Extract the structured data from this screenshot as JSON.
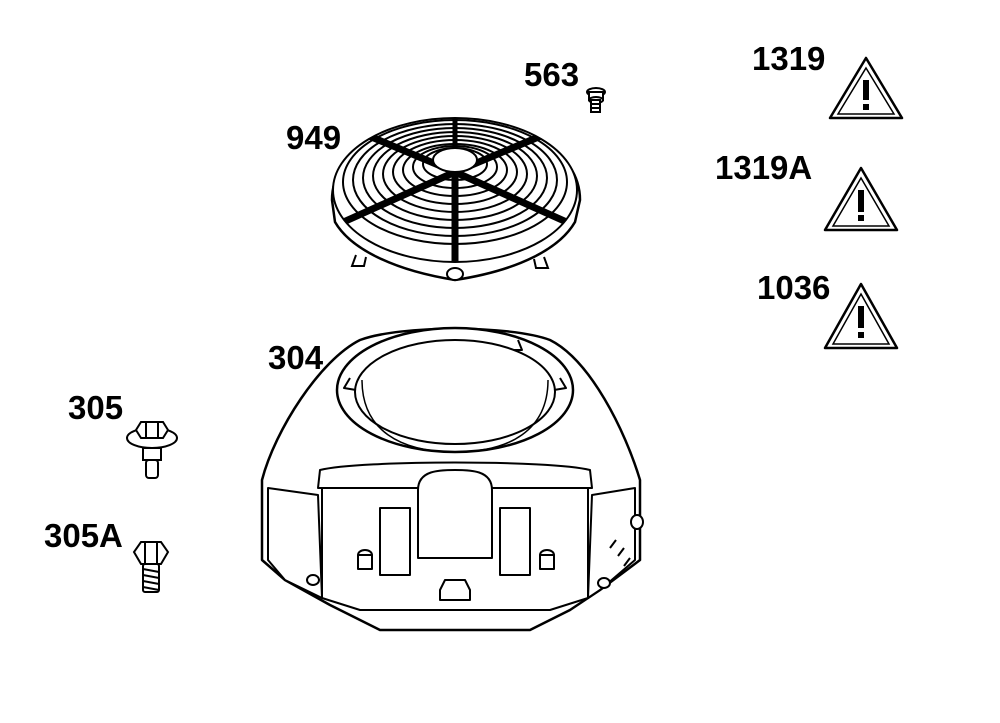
{
  "parts": [
    {
      "id": "fan_guard",
      "number": "949",
      "icon": "fan-guard-icon"
    },
    {
      "id": "screw_small",
      "number": "563",
      "icon": "screw-icon"
    },
    {
      "id": "blower_housing",
      "number": "304",
      "icon": "blower-housing-icon"
    },
    {
      "id": "bolt_flange",
      "number": "305",
      "icon": "flange-bolt-icon"
    },
    {
      "id": "bolt_hex",
      "number": "305A",
      "icon": "hex-bolt-icon"
    },
    {
      "id": "warning_label_1",
      "number": "1319",
      "icon": "warning-triangle-icon"
    },
    {
      "id": "warning_label_2",
      "number": "1319A",
      "icon": "warning-triangle-icon"
    },
    {
      "id": "warning_label_3",
      "number": "1036",
      "icon": "warning-triangle-icon"
    }
  ],
  "colors": {
    "line": "#000000",
    "fill": "#ffffff"
  }
}
